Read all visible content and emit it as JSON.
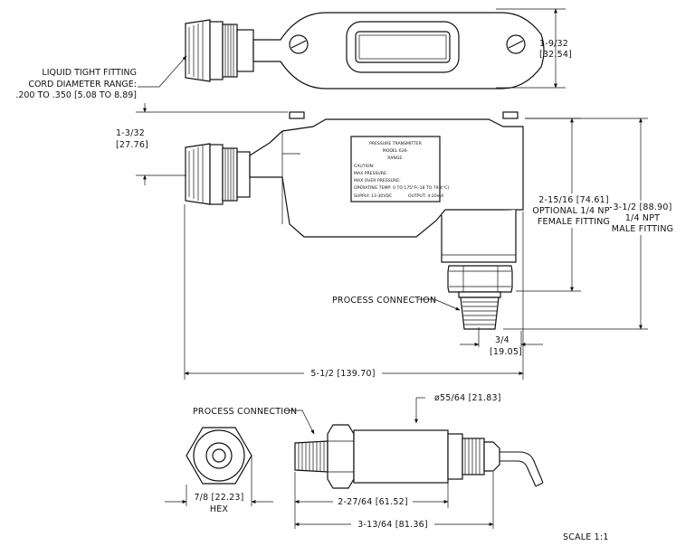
{
  "top_view": {
    "height_dim": [
      "1-9/32",
      "[32.54]"
    ],
    "fitting_note": [
      "LIQUID TIGHT FITTING",
      "CORD DIAMETER RANGE:",
      ".200 TO .350 [5.08 TO 8.89]"
    ]
  },
  "side_view": {
    "top_dim": [
      "1-3/32",
      "[27.76]"
    ],
    "female_dim": [
      "2-15/16 [74.61]",
      "OPTIONAL 1/4 NPT",
      "FEMALE FITTING"
    ],
    "male_dim": [
      "3-1/2 [88.90]",
      "1/4 NPT",
      "MALE FITTING"
    ],
    "process_connection": "PROCESS CONNECTION",
    "nozzle_dim": [
      "3/4",
      "[19.05]"
    ],
    "length_dim": "5-1/2 [139.70]",
    "nameplate": {
      "title": "PRESSURE TRANSMITTER",
      "model": "MODEL 626-",
      "range": "RANGE:",
      "caution": "CAUTION:",
      "max_pressure": "MAX PRESSURE:",
      "max_over_pressure": "MAX OVER PRESSURE:",
      "operating_temp": "OPERATING TEMP: 0 TO 175°F(-18 TO 79.4°C)",
      "supply": "SUPPLY: 13-30VDC",
      "output": "OUTPUT: 4-20mA"
    }
  },
  "end_view": {
    "hex_dim": [
      "7/8 [22.23]",
      "HEX"
    ]
  },
  "bottom_view": {
    "process_connection": "PROCESS CONNECTION",
    "diameter_dim": "ø55/64 [21.83]",
    "length_short": "2-27/64 [61.52]",
    "length_total": "3-13/64 [81.36]"
  },
  "scale": "SCALE  1:1"
}
